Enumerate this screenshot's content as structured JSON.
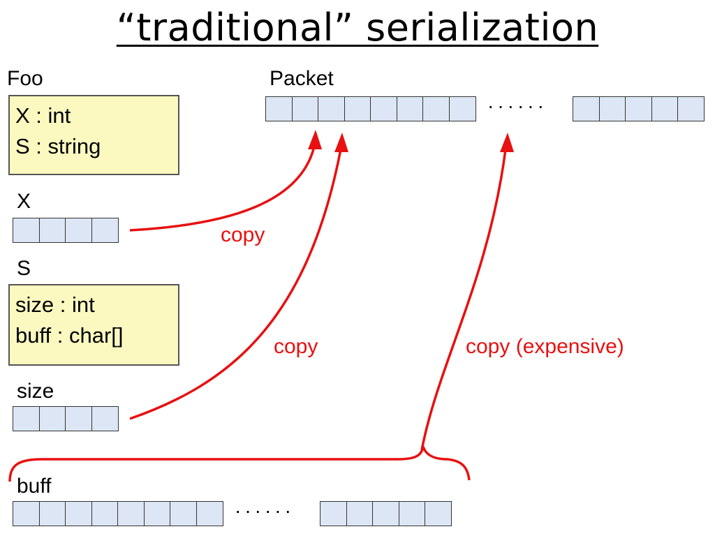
{
  "title": "“traditional” serialization",
  "foo": {
    "label": "Foo",
    "fields": [
      "X : int",
      "S : string"
    ]
  },
  "x_label": "X",
  "s": {
    "label": "S",
    "fields": [
      "size : int",
      "buff : char[]"
    ]
  },
  "size_label": "size",
  "buff_label": "buff",
  "packet_label": "Packet",
  "ellipsis": "······",
  "arrows": [
    "copy",
    "copy",
    "copy (expensive)"
  ],
  "colors": {
    "arrow": "#e81010",
    "cell": "#dde6f5",
    "struct": "#fbf8c0"
  }
}
